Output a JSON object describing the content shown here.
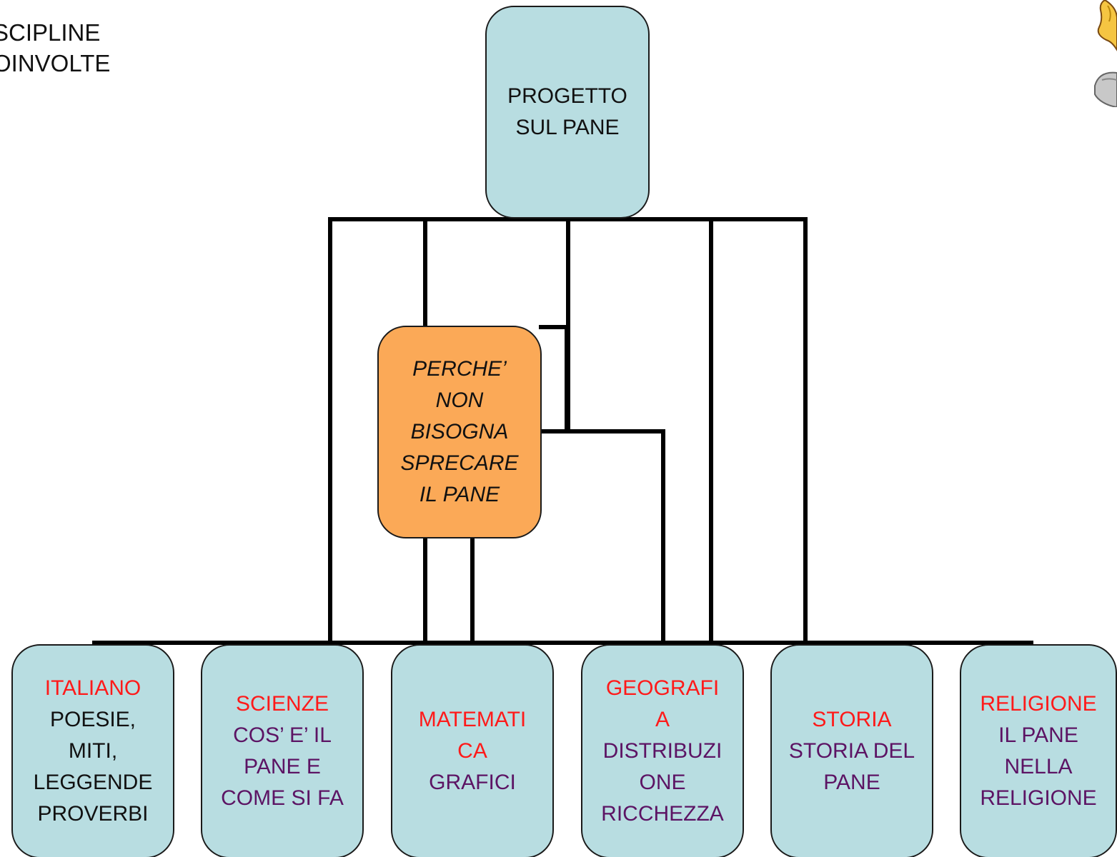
{
  "heading": {
    "lines": [
      "SCIPLINE",
      "OINVOLTE"
    ]
  },
  "root": {
    "lines": [
      "PROGETTO",
      "SUL PANE"
    ]
  },
  "center": {
    "lines": [
      "PERCHE’",
      "NON",
      "BISOGNA",
      "SPRECARE",
      "IL PANE"
    ]
  },
  "subjects": [
    {
      "title_lines": [
        "ITALIANO"
      ],
      "body_lines": [
        "POESIE,",
        "MITI,",
        "LEGGENDE",
        "PROVERBI"
      ]
    },
    {
      "title_lines": [
        "SCIENZE"
      ],
      "body_lines": [
        "COS’ E’ IL",
        "PANE E",
        "COME SI FA"
      ]
    },
    {
      "title_lines": [
        "MATEMATI",
        "CA"
      ],
      "body_lines": [
        "GRAFICI"
      ]
    },
    {
      "title_lines": [
        "GEOGRAFI",
        "A"
      ],
      "body_lines": [
        "DISTRIBUZI",
        "ONE",
        "RICCHEZZA"
      ]
    },
    {
      "title_lines": [
        "STORIA"
      ],
      "body_lines": [
        "STORIA DEL",
        "PANE"
      ]
    },
    {
      "title_lines": [
        "RELIGIONE"
      ],
      "body_lines": [
        "IL PANE",
        "NELLA",
        "RELIGIONE"
      ]
    }
  ],
  "colors": {
    "box_fill": "#b8dde1",
    "center_fill": "#fba957",
    "subject_title": "#ff1a1a",
    "subject_body": "#5c1464",
    "connector": "#000000"
  },
  "icons": {
    "mascot": "cartoon-mascot-icon"
  }
}
